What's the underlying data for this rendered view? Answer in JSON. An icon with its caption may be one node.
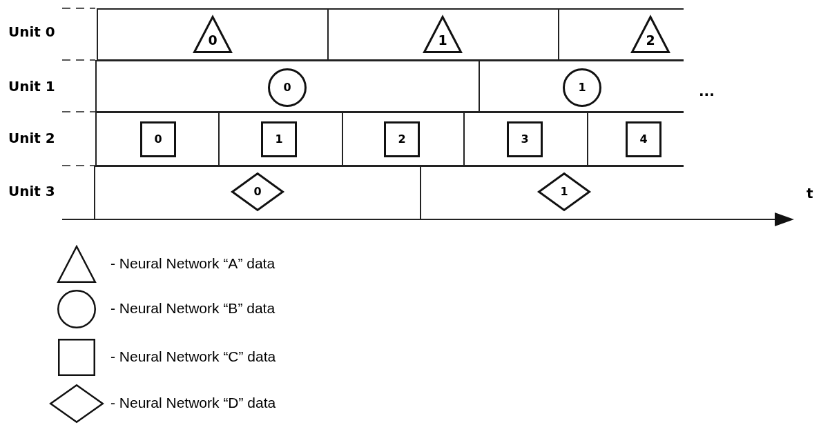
{
  "diagram": {
    "nodes": [
      {
        "text": [],
        "shape": "box"
      },
      {
        "text": [
          "0"
        ],
        "in": 0
      },
      {
        "text": [],
        "shape": "box"
      },
      {
        "text": [
          "1"
        ],
        "in": 2
      },
      {
        "text": [],
        "shape": "box"
      },
      {
        "text": [
          "2"
        ],
        "in": 4
      },
      {
        "text": [],
        "shape": "box"
      },
      {
        "text": [
          "0"
        ],
        "in": 6
      },
      {
        "text": [],
        "shape": "box"
      },
      {
        "text": [
          "1"
        ],
        "in": 8
      },
      {
        "text": [],
        "shape": "box"
      },
      {
        "text": [
          "0"
        ],
        "in": 10
      },
      {
        "text": [],
        "shape": "box"
      },
      {
        "text": [
          "1"
        ],
        "in": 12
      },
      {
        "text": [],
        "shape": "box"
      },
      {
        "text": [
          "2"
        ],
        "in": 14
      },
      {
        "text": [],
        "shape": "box"
      },
      {
        "text": [
          "3"
        ],
        "in": 16
      },
      {
        "text": [],
        "shape": "box"
      },
      {
        "text": [
          "4"
        ],
        "in": 18
      },
      {
        "text": [],
        "shape": "box"
      },
      {
        "text": [
          "0"
        ],
        "in": 20
      },
      {
        "text": [],
        "shape": "box"
      },
      {
        "text": [
          "1"
        ],
        "in": 22
      }
    ],
    "edges": [],
    "labels": [
      "Unit 0",
      "Unit 1",
      "...",
      "Unit 2",
      "Unit 3",
      "t"
    ],
    "legend": [
      {
        "text": "- Neural Network “A” data"
      },
      {
        "text": "- Neural Network “B” data"
      },
      {
        "text": "- Neural Network “C” data"
      },
      {
        "text": "- Neural Network “D” data"
      }
    ]
  }
}
